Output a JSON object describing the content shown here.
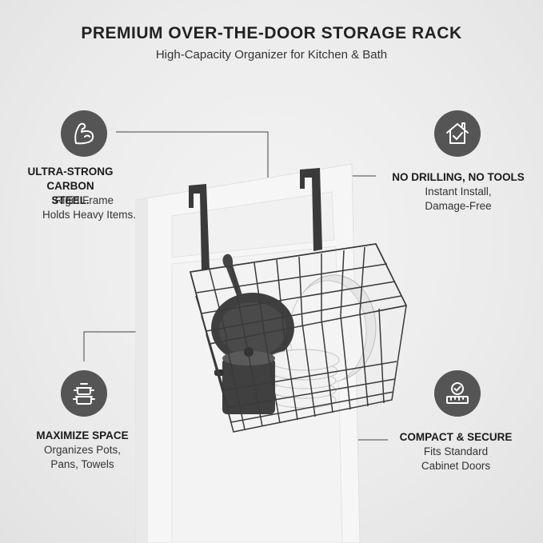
{
  "header": {
    "title": "PREMIUM OVER-THE-DOOR STORAGE RACK",
    "subtitle": "High-Capacity Organizer for Kitchen & Bath"
  },
  "features": {
    "strength": {
      "icon": "flexed-arm-icon",
      "heading_line1": "ULTRA-STRONG",
      "heading_line2": "CARBON STEEL.",
      "line1": "Rigid Frame",
      "line2": "Holds Heavy Items."
    },
    "install": {
      "icon": "house-check-icon",
      "heading": "NO DRILLING, NO TOOLS",
      "line1": "Instant Install,",
      "line2": "Damage-Free"
    },
    "space": {
      "icon": "stacked-pots-icon",
      "heading": "MAXIMIZE SPACE",
      "line1": "Organizes Pots,",
      "line2": "Pans, Towels"
    },
    "secure": {
      "icon": "ruler-check-icon",
      "heading": "COMPACT & SECURE",
      "line1": "Fits Standard",
      "line2": "Cabinet Doors"
    }
  },
  "colors": {
    "background": "#ececec",
    "icon_circle": "#555555",
    "rack_metal": "#3a3a3a",
    "door": "#f7f7f7"
  }
}
